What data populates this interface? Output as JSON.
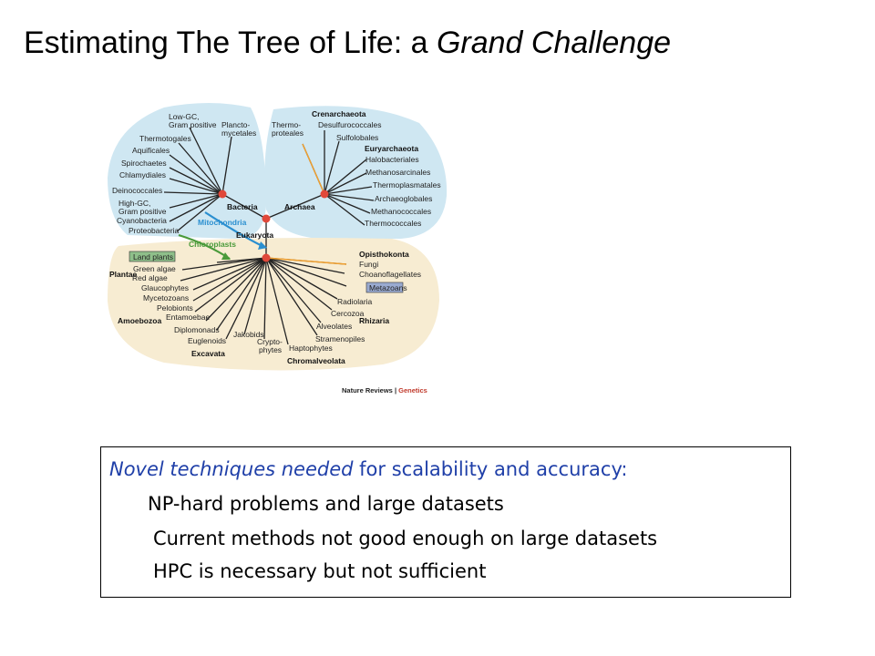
{
  "slide": {
    "title_main": "Estimating The Tree of Life: a ",
    "title_emph": "Grand Challenge"
  },
  "diagram": {
    "credit_main": "Nature Reviews | ",
    "credit_accent": "Genetics",
    "colors": {
      "bacteria_region": "#cfe7f2",
      "archaea_region": "#cfe7f2",
      "eukaryota_region": "#f7ecd2",
      "branch": "#222222",
      "node": "#e0483a",
      "mitochondria_arrow": "#2a8fd0",
      "chloroplast_arrow": "#4a9a3a",
      "archaea_branch": "#f0a030",
      "group_box_land_plants": "#8fbf8a",
      "group_box_metazoans": "#9aaad0"
    },
    "labels": {
      "low_gc_1": "Low-GC,",
      "low_gc_2": "Gram positive",
      "plancto_1": "Plancto-",
      "plancto_2": "mycetales",
      "thermotogales": "Thermotogales",
      "aquificales": "Aquificales",
      "spirochaetes": "Spirochaetes",
      "chlamydiales": "Chlamydiales",
      "deinococcales": "Deinococcales",
      "high_gc_1": "High-GC,",
      "high_gc_2": "Gram positive",
      "cyanobacteria": "Cyanobacteria",
      "proteobacteria": "Proteobacteria",
      "bacteria": "Bacteria",
      "mitochondria": "Mitochondria",
      "chloroplasts": "Chloroplasts",
      "crenarchaeota": "Crenarchaeota",
      "thermoproteales_1": "Thermo-",
      "thermoproteales_2": "proteales",
      "desulfurococcales": "Desulfurococcales",
      "sulfolobales": "Sulfolobales",
      "euryarchaeota": "Euryarchaeota",
      "halobacteriales": "Halobacteriales",
      "methanosarcinales": "Methanosarcinales",
      "thermoplasmatales": "Thermoplasmatales",
      "archaeoglobales": "Archaeoglobales",
      "methanococcales": "Methanococcales",
      "thermococcales": "Thermococcales",
      "archaea": "Archaea",
      "eukaryota": "Eukaryota",
      "land_plants": "Land plants",
      "green_algae": "Green algae",
      "plantae": "Plantae",
      "red_algae": "Red algae",
      "glaucophytes": "Glaucophytes",
      "mycetozoans": "Mycetozoans",
      "pelobionts": "Pelobionts",
      "amoebozoa": "Amoebozoa",
      "entamoebae": "Entamoebae",
      "diplomonads": "Diplomonads",
      "euglenoids": "Euglenoids",
      "excavata": "Excavata",
      "jakobids": "Jakobids",
      "cryptophytes_1": "Crypto-",
      "cryptophytes_2": "phytes",
      "haptophytes": "Haptophytes",
      "chromalveolata": "Chromalveolata",
      "stramenopiles": "Stramenopiles",
      "alveolates": "Alveolates",
      "cercozoa": "Cercozoa",
      "rhizaria": "Rhizaria",
      "radiolaria": "Radiolaria",
      "metazoans": "Metazoans",
      "opisthokonta": "Opisthokonta",
      "fungi": "Fungi",
      "choanoflagellates": "Choanoflagellates"
    }
  },
  "textbox": {
    "line1_emph": "Novel techniques  needed",
    "line1_rest": " for scalability and accuracy:",
    "line2": "NP-hard problems and large datasets",
    "line3": "Current methods not good enough on large datasets",
    "line4": "HPC is necessary but not sufficient"
  }
}
